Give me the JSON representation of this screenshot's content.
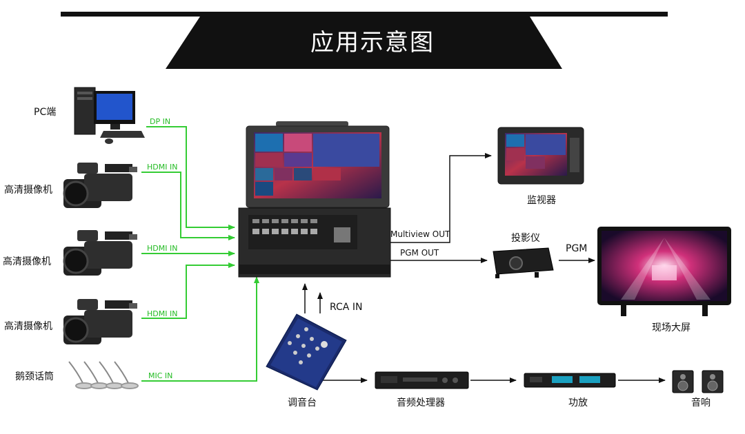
{
  "title": "应用示意图",
  "colors": {
    "green": "#33cc33",
    "black": "#111111"
  },
  "sources": [
    {
      "label": "PC端",
      "signal": "DP IN",
      "icon": "desktop-pc-icon"
    },
    {
      "label": "高清摄像机",
      "signal": "HDMI IN",
      "icon": "camcorder-icon"
    },
    {
      "label": "高清摄像机",
      "signal": "HDMI IN",
      "icon": "camcorder-icon"
    },
    {
      "label": "高清摄像机",
      "signal": "HDMI IN",
      "icon": "camcorder-icon"
    },
    {
      "label": "鹅颈话筒",
      "signal": "MIC IN",
      "icon": "gooseneck-microphone-icon"
    }
  ],
  "outputs": {
    "multiview_signal": "Multiview OUT",
    "pgm_signal": "PGM OUT",
    "monitor": "监视器",
    "projector": "投影仪",
    "pgm": "PGM",
    "big_screen": "现场大屏"
  },
  "audio": {
    "rca_signal": "RCA IN",
    "mixer": "调音台",
    "processor": "音频处理器",
    "amplifier": "功放",
    "speakers": "音响"
  }
}
